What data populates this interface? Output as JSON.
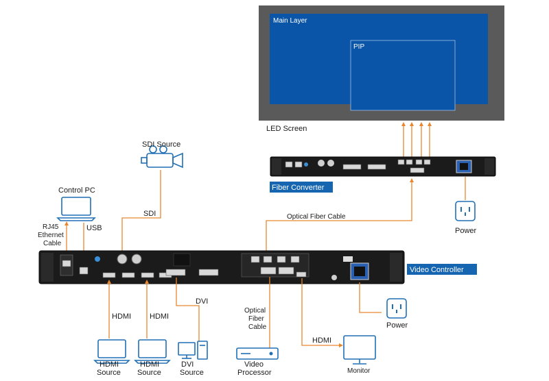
{
  "screen": {
    "main_layer": "Main Layer",
    "pip": "PIP",
    "caption": "LED Screen"
  },
  "devices": {
    "fiber_converter": "Fiber Converter",
    "video_controller": "Video Controller"
  },
  "sources": {
    "sdi": "SDI Source",
    "control_pc": "Control PC",
    "hdmi_1": [
      "HDMI",
      "Source"
    ],
    "hdmi_2": [
      "HDMI",
      "Source"
    ],
    "dvi": [
      "DVI",
      "Source"
    ],
    "video_processor": [
      "Video",
      "Processor"
    ],
    "monitor": "Monitor"
  },
  "power": {
    "top": "Power",
    "bottom": "Power"
  },
  "cables": {
    "rj45": [
      "RJ45",
      "Ethernet",
      "Cable"
    ],
    "usb": "USB",
    "sdi": "SDI",
    "optical_top": "Optical Fiber Cable",
    "optical_side": [
      "Optical",
      "Fiber",
      "Cable"
    ],
    "hdmi_1": "HDMI",
    "hdmi_2": "HDMI",
    "dvi": "DVI",
    "hdmi_out": "HDMI"
  },
  "colors": {
    "screen_bg": "#5a5a5a",
    "layer_blue": "#0a55a8",
    "cable": "#e8872f",
    "badge": "#1565b0",
    "icon": "#1f6fb5"
  }
}
